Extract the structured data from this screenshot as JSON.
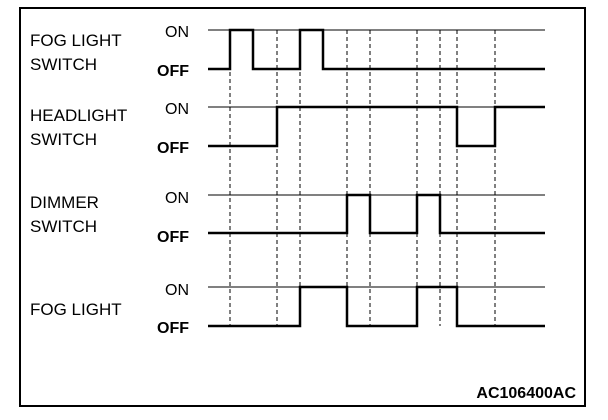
{
  "title": "",
  "figure_code": "AC106400AC",
  "level_labels": {
    "on": "ON",
    "off": "OFF"
  },
  "time_marks": [
    230,
    277,
    300,
    347,
    370,
    417,
    440,
    457,
    495
  ],
  "signals": [
    {
      "id": "fog-light-switch",
      "label_lines": [
        "FOG LIGHT",
        "SWITCH"
      ],
      "waveform": [
        [
          0,
          0
        ],
        [
          230,
          1
        ],
        [
          253,
          0
        ],
        [
          300,
          1
        ],
        [
          323,
          0
        ]
      ]
    },
    {
      "id": "headlight-switch",
      "label_lines": [
        "HEADLIGHT",
        "SWITCH"
      ],
      "waveform": [
        [
          0,
          0
        ],
        [
          277,
          1
        ],
        [
          457,
          0
        ],
        [
          495,
          1
        ]
      ]
    },
    {
      "id": "dimmer-switch",
      "label_lines": [
        "DIMMER",
        "SWITCH"
      ],
      "waveform": [
        [
          0,
          0
        ],
        [
          347,
          1
        ],
        [
          370,
          0
        ],
        [
          417,
          1
        ],
        [
          440,
          0
        ]
      ]
    },
    {
      "id": "fog-light",
      "label_lines": [
        "FOG LIGHT"
      ],
      "waveform": [
        [
          0,
          0
        ],
        [
          300,
          1
        ],
        [
          347,
          0
        ],
        [
          417,
          1
        ],
        [
          457,
          0
        ]
      ]
    }
  ]
}
